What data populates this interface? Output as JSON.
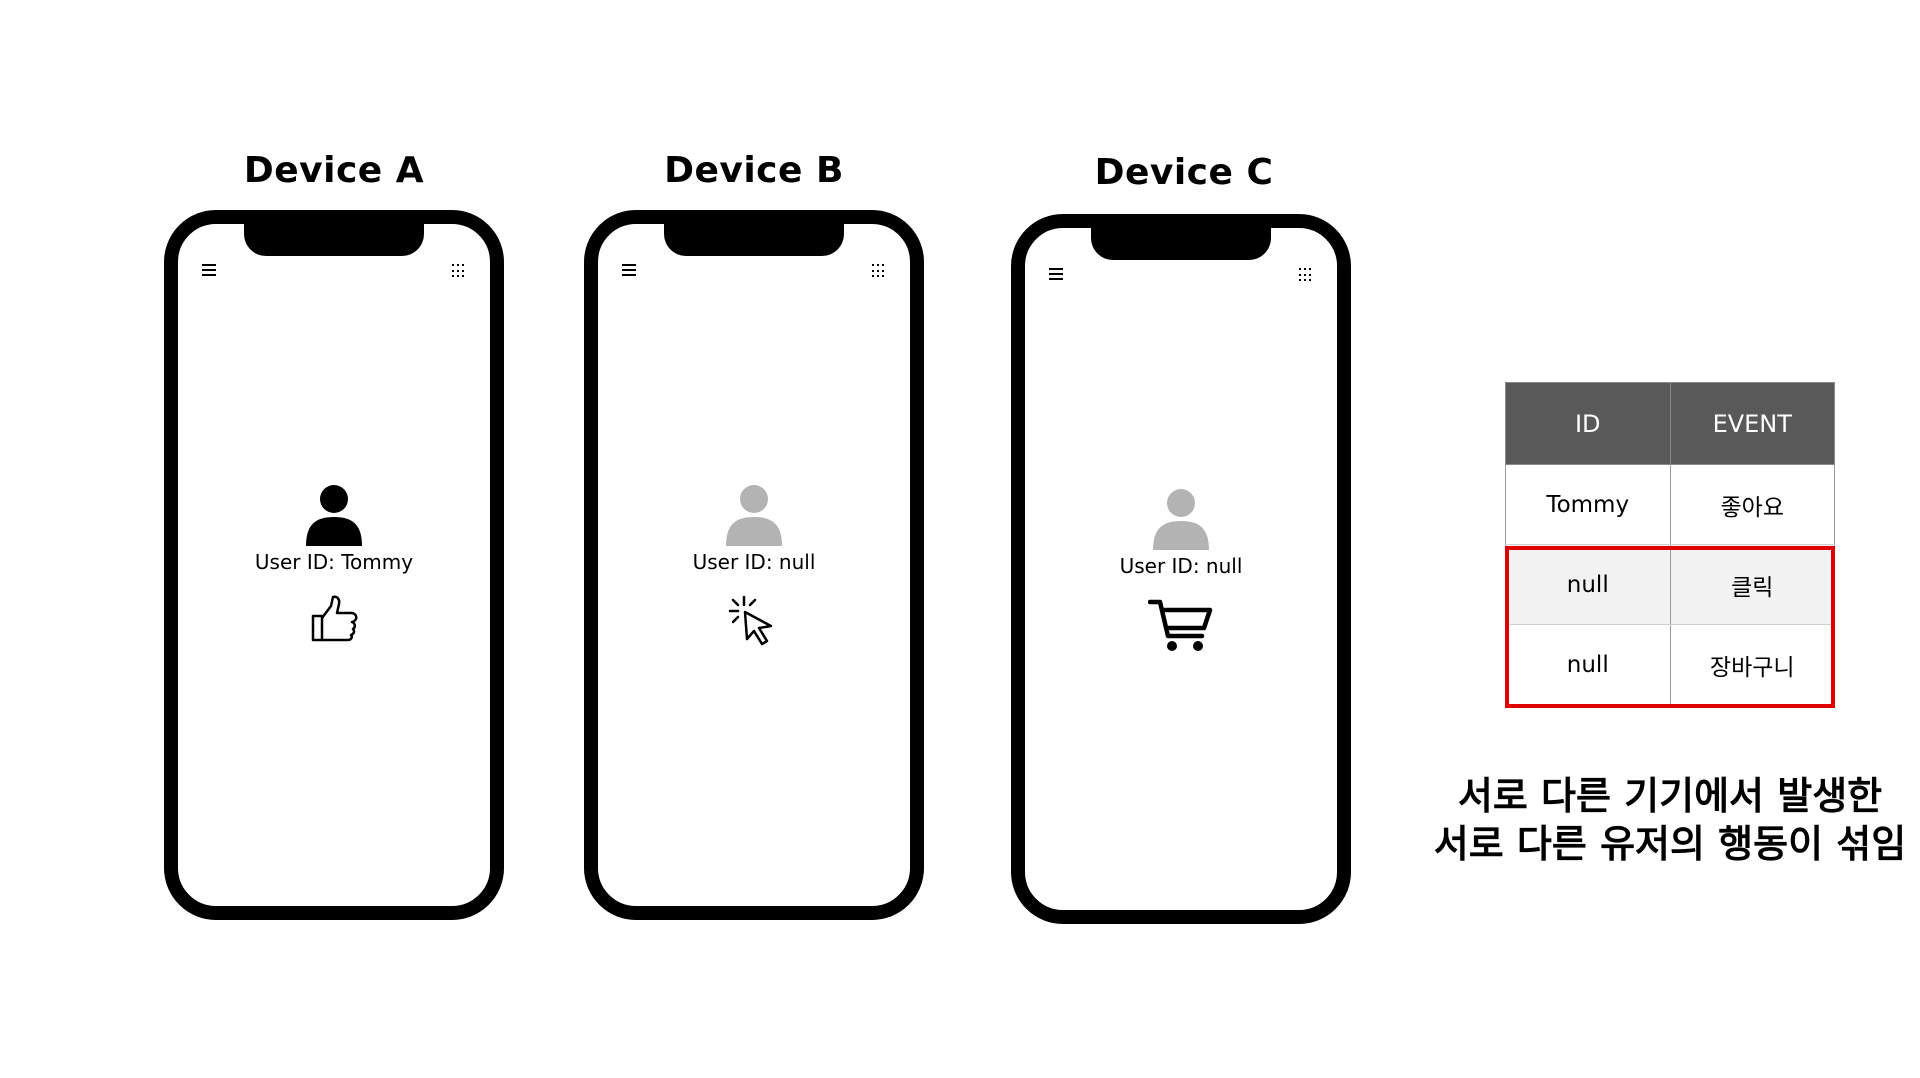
{
  "devices": [
    {
      "title": "Device A",
      "user_label": "User ID: Tommy",
      "avatar_color": "#000000",
      "action_icon": "thumbs-up-icon"
    },
    {
      "title": "Device B",
      "user_label": "User ID: null",
      "avatar_color": "#b3b3b3",
      "action_icon": "click-cursor-icon"
    },
    {
      "title": "Device C",
      "user_label": "User ID: null",
      "avatar_color": "#b3b3b3",
      "action_icon": "shopping-cart-icon"
    }
  ],
  "table": {
    "headers": [
      "ID",
      "EVENT"
    ],
    "rows": [
      [
        "Tommy",
        "좋아요"
      ],
      [
        "null",
        "클릭"
      ],
      [
        "null",
        "장바구니"
      ]
    ],
    "header_color": "#595959",
    "highlight_color": "#e00000"
  },
  "caption": {
    "line1": "서로 다른 기기에서 발생한",
    "line2": "서로 다른 유저의 행동이 섞임"
  }
}
